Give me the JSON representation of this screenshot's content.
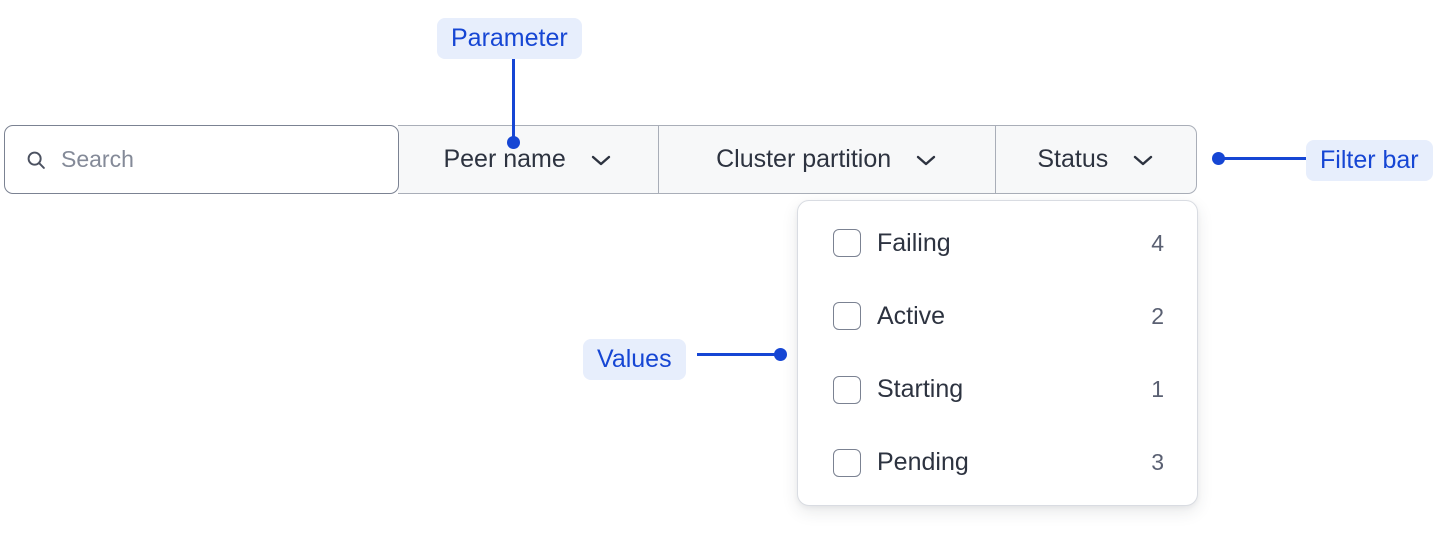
{
  "filter_bar": {
    "search": {
      "icon": "search-icon",
      "placeholder": "Search",
      "value": ""
    },
    "dropdowns": [
      {
        "label": "Peer name",
        "icon": "chevron-down-icon",
        "expanded": false
      },
      {
        "label": "Cluster partition",
        "icon": "chevron-down-icon",
        "expanded": false
      },
      {
        "label": "Status",
        "icon": "chevron-down-icon",
        "expanded": true
      }
    ]
  },
  "dropdown_panel": {
    "owner": "Status",
    "options": [
      {
        "label": "Failing",
        "count": "4",
        "checked": false
      },
      {
        "label": "Active",
        "count": "2",
        "checked": false
      },
      {
        "label": "Starting",
        "count": "1",
        "checked": false
      },
      {
        "label": "Pending",
        "count": "3",
        "checked": false
      }
    ]
  },
  "annotations": [
    {
      "label": "Parameter",
      "target": "peer-name-dropdown"
    },
    {
      "label": "Filter bar",
      "target": "filter-bar"
    },
    {
      "label": "Values",
      "target": "dropdown-panel-options"
    }
  ],
  "colors": {
    "annotation_text": "#1646d4",
    "annotation_bg": "#e7eefc",
    "segment_bg": "#f7f8f9",
    "text_primary": "#2d3340",
    "text_muted": "#5a6072",
    "placeholder": "#848a98",
    "border": "#a9aeb8",
    "search_border": "#7b8292"
  }
}
